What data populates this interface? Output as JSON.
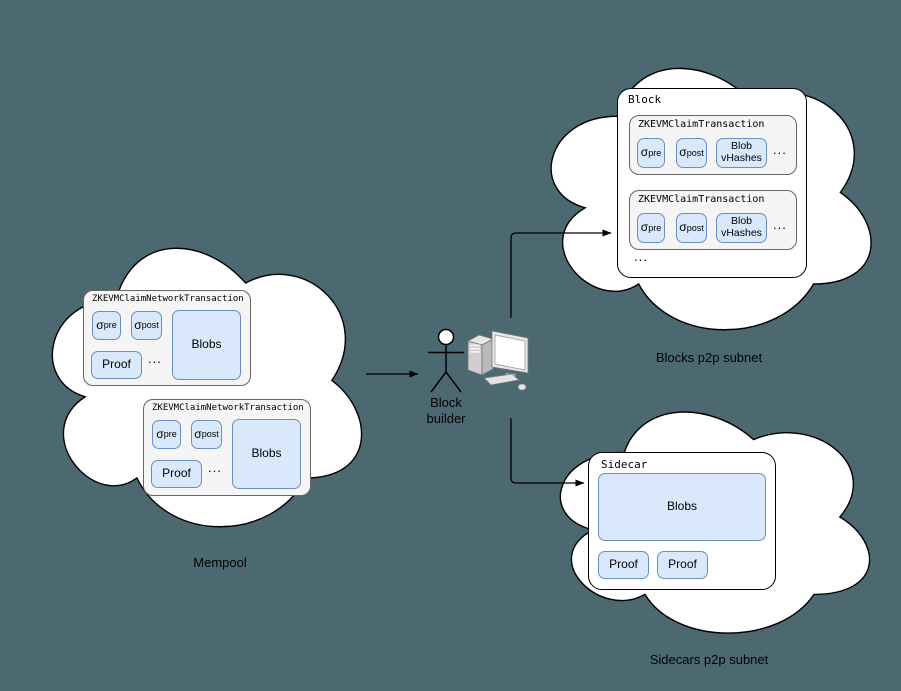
{
  "palette": {
    "canvas_bg": "#4c6972",
    "cloud_fill": "#ffffff",
    "cloud_stroke": "#000000",
    "panel_fill": "#ffffff",
    "panel_stroke": "#000000",
    "container_fill": "#f5f5f5",
    "container_stroke": "#666666",
    "chip_fill": "#dae8fc",
    "chip_stroke": "#6c8ebf",
    "text_color": "#000000",
    "arrow_color": "#000000"
  },
  "clouds": {
    "mempool": {
      "label": "Mempool"
    },
    "blocks": {
      "label": "Blocks p2p subnet"
    },
    "sidecars": {
      "label": "Sidecars p2p subnet"
    }
  },
  "mempool": {
    "transactions": [
      {
        "title": "ZKEVMClaimNetworkTransaction",
        "sigma_pre": {
          "base": "σ",
          "sub": "pre"
        },
        "sigma_post": {
          "base": "σ",
          "sub": "post"
        },
        "proof": "Proof",
        "ellipsis": "...",
        "blobs": "Blobs"
      },
      {
        "title": "ZKEVMClaimNetworkTransaction",
        "sigma_pre": {
          "base": "σ",
          "sub": "pre"
        },
        "sigma_post": {
          "base": "σ",
          "sub": "post"
        },
        "proof": "Proof",
        "ellipsis": "...",
        "blobs": "Blobs"
      }
    ]
  },
  "block_builder": {
    "line1": "Block",
    "line2": "builder"
  },
  "block": {
    "title": "Block",
    "ellipsis": "...",
    "transactions": [
      {
        "title": "ZKEVMClaimTransaction",
        "sigma_pre": {
          "base": "σ",
          "sub": "pre"
        },
        "sigma_post": {
          "base": "σ",
          "sub": "post"
        },
        "blob_vhashes": {
          "line1": "Blob",
          "line2": "vHashes"
        },
        "ellipsis": "..."
      },
      {
        "title": "ZKEVMClaimTransaction",
        "sigma_pre": {
          "base": "σ",
          "sub": "pre"
        },
        "sigma_post": {
          "base": "σ",
          "sub": "post"
        },
        "blob_vhashes": {
          "line1": "Blob",
          "line2": "vHashes"
        },
        "ellipsis": "..."
      }
    ]
  },
  "sidecar": {
    "title": "Sidecar",
    "blobs": "Blobs",
    "proofs": [
      "Proof",
      "Proof"
    ]
  }
}
